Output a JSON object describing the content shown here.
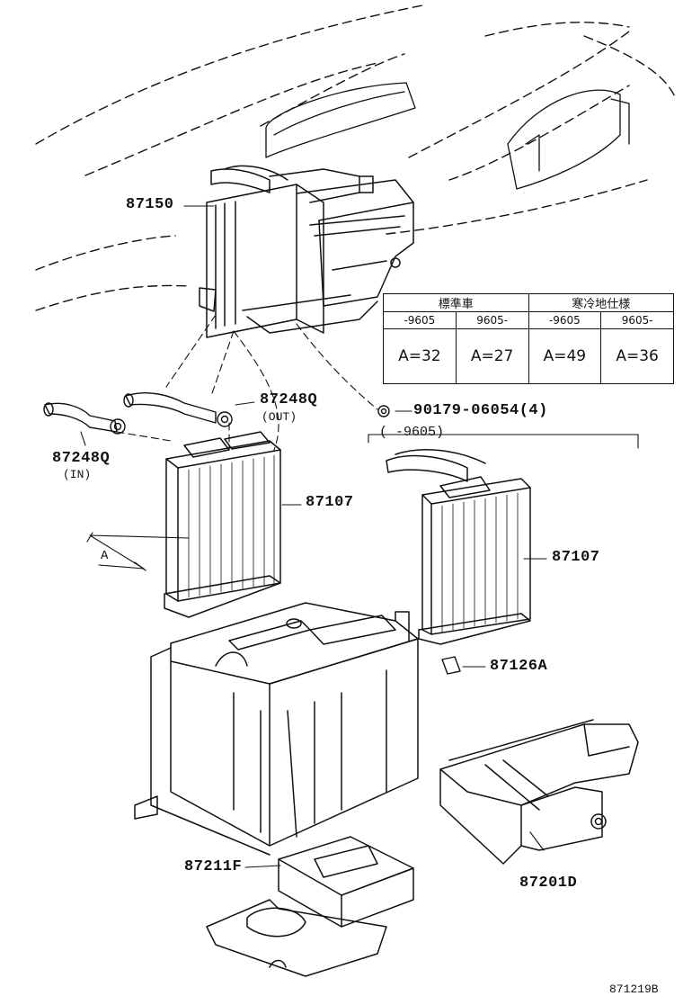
{
  "callouts": {
    "p87150": "87150",
    "p87248q_out": "87248Q",
    "out_note": "(OUT)",
    "p90179": "90179-06054(4)",
    "date_range": "(       -9605)",
    "p87248q_in": "87248Q",
    "in_note": "(IN)",
    "p87107_left": "87107",
    "p87107_right": "87107",
    "dim_a": "A",
    "p87126a": "87126A",
    "p87211f": "87211F",
    "p87201d": "87201D",
    "diagram_id": "871219B"
  },
  "spec_table": {
    "group1": "標準車",
    "group2": "寒冷地仕様",
    "periods": [
      "-9605",
      "9605-",
      "-9605",
      "9605-"
    ],
    "values": [
      "A=32",
      "A=27",
      "A=49",
      "A=36"
    ]
  }
}
